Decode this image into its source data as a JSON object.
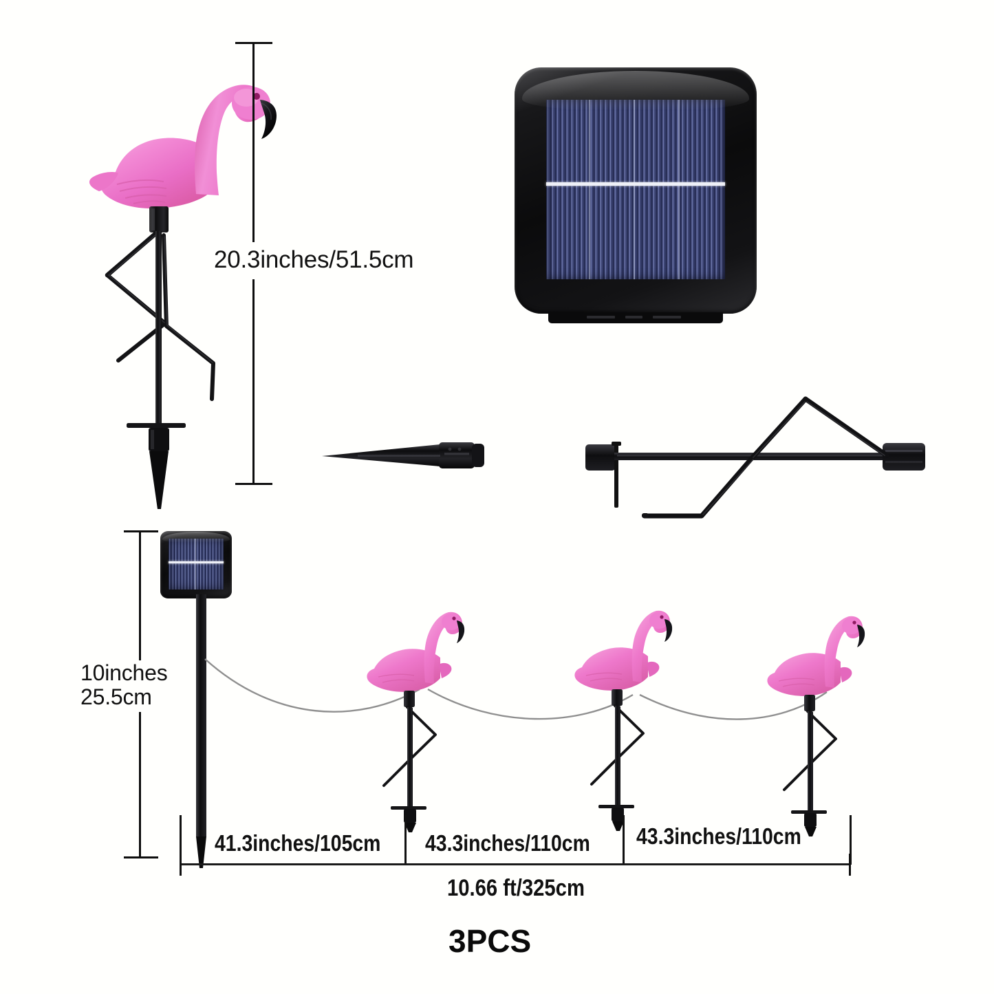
{
  "background_color": "#fffffd",
  "colors": {
    "flamingo_pink": "#ef7cd0",
    "flamingo_pink_light": "#f7aae0",
    "flamingo_pink_dark": "#d4579f",
    "beak_black": "#17161a",
    "eye": "#8e1a62",
    "metal_black": "#141414",
    "panel_frame": "#0b0b0c",
    "panel_cell_blue": "#3c4473",
    "busbar_white": "#eef0f7",
    "dimension_line": "#111111",
    "string_wire": "#8a8a8a"
  },
  "product": {
    "pieces_label": "3PCS"
  },
  "dimensions": {
    "stake_height": {
      "label": "20.3inches/51.5cm",
      "inches": 20.3,
      "cm": 51.5
    },
    "solar_panel_height": {
      "line1": "10inches",
      "line2": "25.5cm",
      "inches": 10,
      "cm": 25.5
    },
    "segments": [
      {
        "label": "41.3inches/105cm",
        "inches": 41.3,
        "cm": 105
      },
      {
        "label": "43.3inches/110cm",
        "inches": 43.3,
        "cm": 110
      },
      {
        "label": "43.3inches/110cm",
        "inches": 43.3,
        "cm": 110
      }
    ],
    "total_length": {
      "label": "10.66 ft/325cm",
      "feet": 10.66,
      "cm": 325
    }
  },
  "parts": {
    "hero_flamingo_stake": "flamingo-lawn-stake",
    "solar_panel": "solar-panel-module",
    "ground_spike": "ground-spike-stake",
    "leg_frame": "wire-leg-frame",
    "string_set": "flamingo-string-light-set"
  },
  "string_set": {
    "flamingo_count": 3,
    "has_solar_panel": true
  }
}
